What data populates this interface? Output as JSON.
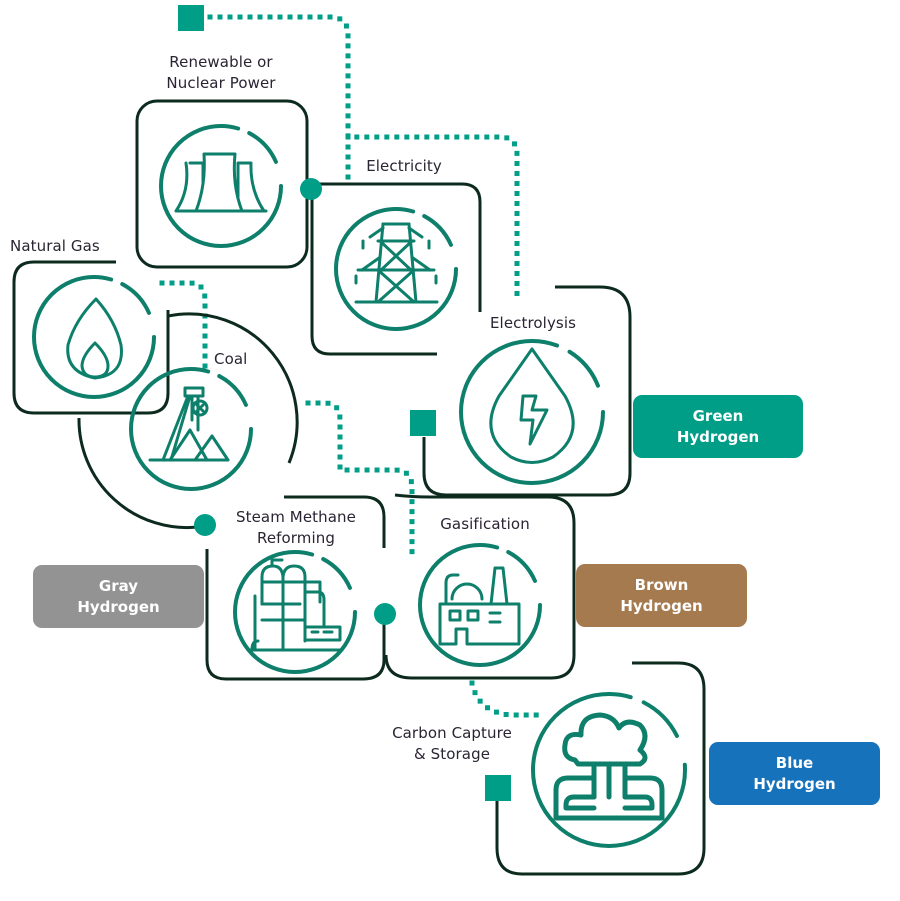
{
  "colors": {
    "teal": "#009e87",
    "icon": "#0d7f6b",
    "frame": "#0d2a1e",
    "text": "#2a2433",
    "green_badge": "#009e87",
    "gray_badge": "#939393",
    "brown_badge": "#a67a4f",
    "blue_badge": "#1672bb"
  },
  "nodes": [
    {
      "id": "power",
      "label_line1": "Renewable or",
      "label_line2": "Nuclear Power",
      "icon": "cooling-tower-icon"
    },
    {
      "id": "electricity",
      "label_line1": "Electricity",
      "icon": "power-pylon-icon"
    },
    {
      "id": "natural_gas",
      "label_line1": "Natural Gas",
      "icon": "flame-icon"
    },
    {
      "id": "coal",
      "label_line1": "Coal",
      "icon": "mine-headframe-icon"
    },
    {
      "id": "electrolysis",
      "label_line1": "Electrolysis",
      "icon": "water-drop-bolt-icon"
    },
    {
      "id": "smr",
      "label_line1": "Steam Methane",
      "label_line2": "Reforming",
      "icon": "refinery-icon"
    },
    {
      "id": "gasification",
      "label_line1": "Gasification",
      "icon": "factory-icon"
    },
    {
      "id": "ccs",
      "label_line1": "Carbon Capture",
      "label_line2": "& Storage",
      "icon": "underground-storage-icon"
    }
  ],
  "outputs": [
    {
      "id": "green",
      "line1": "Green",
      "line2": "Hydrogen"
    },
    {
      "id": "gray",
      "line1": "Gray",
      "line2": "Hydrogen"
    },
    {
      "id": "brown",
      "line1": "Brown",
      "line2": "Hydrogen"
    },
    {
      "id": "blue",
      "line1": "Blue",
      "line2": "Hydrogen"
    }
  ]
}
